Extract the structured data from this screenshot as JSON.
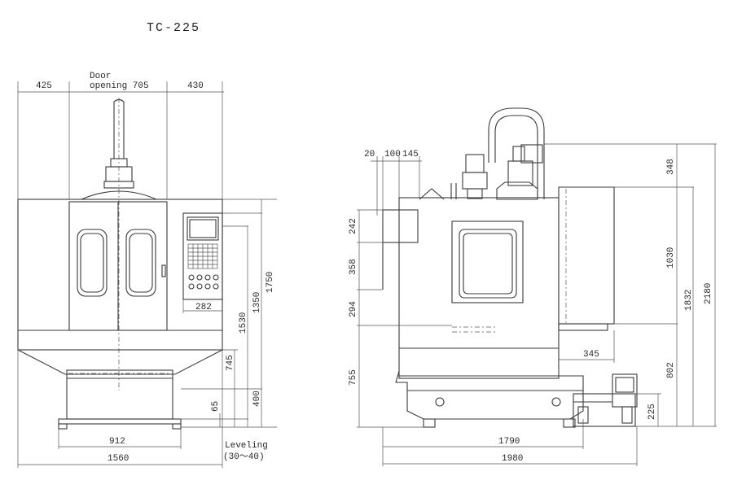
{
  "model": "TC-225",
  "front_view": {
    "top_dims": {
      "left": "425",
      "door_label_line1": "Door",
      "door_label_line2": "opening 705",
      "right": "430"
    },
    "right_dims": {
      "d1350": "1350",
      "d1750": "1750",
      "d1530": "1530",
      "d745": "745",
      "d400": "400",
      "d65": "65"
    },
    "bottom_dims": {
      "d282": "282",
      "d912": "912",
      "d1560": "1560"
    },
    "leveling_line1": "Leveling",
    "leveling_line2": "(30～40)"
  },
  "side_view": {
    "top_dims": {
      "d20": "20",
      "d100": "100",
      "d145": "145"
    },
    "left_dims": {
      "d242": "242",
      "d358": "358",
      "d294": "294",
      "d755": "755"
    },
    "right_dims": {
      "d348": "348",
      "d1030": "1030",
      "d1832": "1832",
      "d2180": "2180",
      "d802": "802",
      "d225": "225"
    },
    "inner_dims": {
      "d345": "345"
    },
    "bottom_dims": {
      "d1790": "1790",
      "d1980": "1980"
    }
  }
}
